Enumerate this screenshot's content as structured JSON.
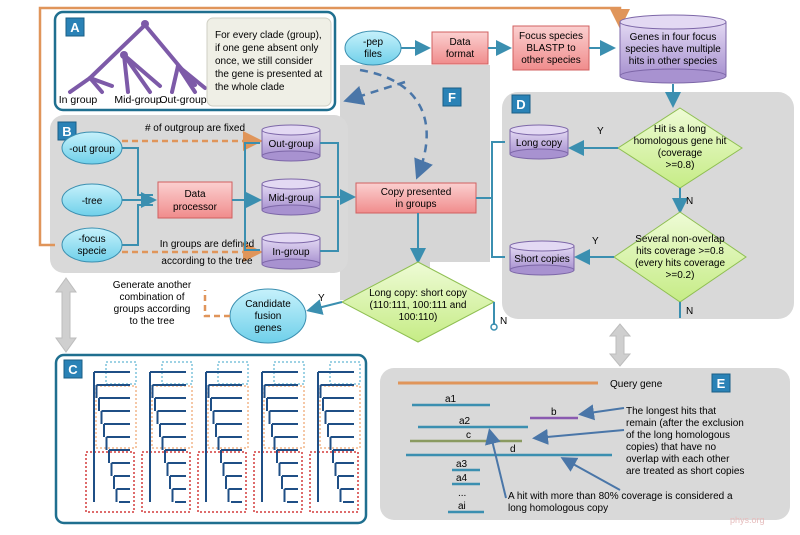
{
  "panels": {
    "A": {
      "letter": "A",
      "tree_labels": [
        "In group",
        "Mid-group",
        "Out-group"
      ],
      "note": [
        "For every clade (group),",
        "if one gene absent only",
        "once, we still consider",
        "the gene is presented at",
        "the whole clade"
      ]
    },
    "B": {
      "letter": "B",
      "inputs": [
        "-out group",
        "-tree",
        "-focus",
        "specie"
      ],
      "processor": [
        "Data",
        "processor"
      ],
      "groups": [
        "Out-group",
        "Mid-group",
        "In-group"
      ],
      "note_top": "# of outgroup are fixed",
      "note_bottom": [
        "In groups are defined",
        "according to the tree"
      ]
    },
    "C": {
      "letter": "C"
    },
    "D": {
      "letter": "D",
      "decision1": [
        "Hit is a long",
        "homologous gene hit",
        "(coverage",
        ">=0.8)"
      ],
      "decision2": [
        "Several non-overlap",
        "hits coverage >=0.8",
        "(every hits coverage",
        ">=0.2)"
      ],
      "long_copy": "Long copy",
      "short_copies": "Short copies",
      "yes": "Y",
      "no": "N"
    },
    "E": {
      "letter": "E",
      "query": "Query gene",
      "hits": [
        "a1",
        "a2",
        "b",
        "c",
        "d",
        "a3",
        "a4",
        "...",
        "ai"
      ],
      "note1": [
        "The longest hits that",
        "remain (after the exclusion",
        "of the  long homologous",
        "copies)  that have no",
        "overlap with each other",
        "are treated as short copies"
      ],
      "note2": [
        "A hit with more than 80% coverage is considered a",
        "long  homologous copy"
      ]
    },
    "F": {
      "letter": "F"
    }
  },
  "flow": {
    "pep": [
      "-pep",
      "files"
    ],
    "format": [
      "Data",
      "format"
    ],
    "blastp": [
      "Focus species",
      "BLASTP to",
      "other species"
    ],
    "genes": [
      "Genes in four focus",
      "species have multiple",
      "hits in other species"
    ],
    "copy": [
      "Copy presented",
      "in groups"
    ],
    "ratio": [
      "Long copy: short copy",
      "(110:111, 100:111 and",
      "100:110)"
    ],
    "candidate": [
      "Candidate",
      "fusion",
      "genes"
    ],
    "generate": [
      "Generate another",
      "combination of",
      "groups according",
      "to the tree"
    ],
    "yes": "Y",
    "no": "N"
  },
  "watermark": "phys.org",
  "colors": {
    "teal": "#1f6f8f",
    "red_box": "#f4a6a6",
    "purple": "#b9a7d8",
    "cyan": "#8fdff0",
    "green": "#d9f5a8",
    "orange": "#e0955a",
    "gray_panel": "#d9d9d9"
  }
}
